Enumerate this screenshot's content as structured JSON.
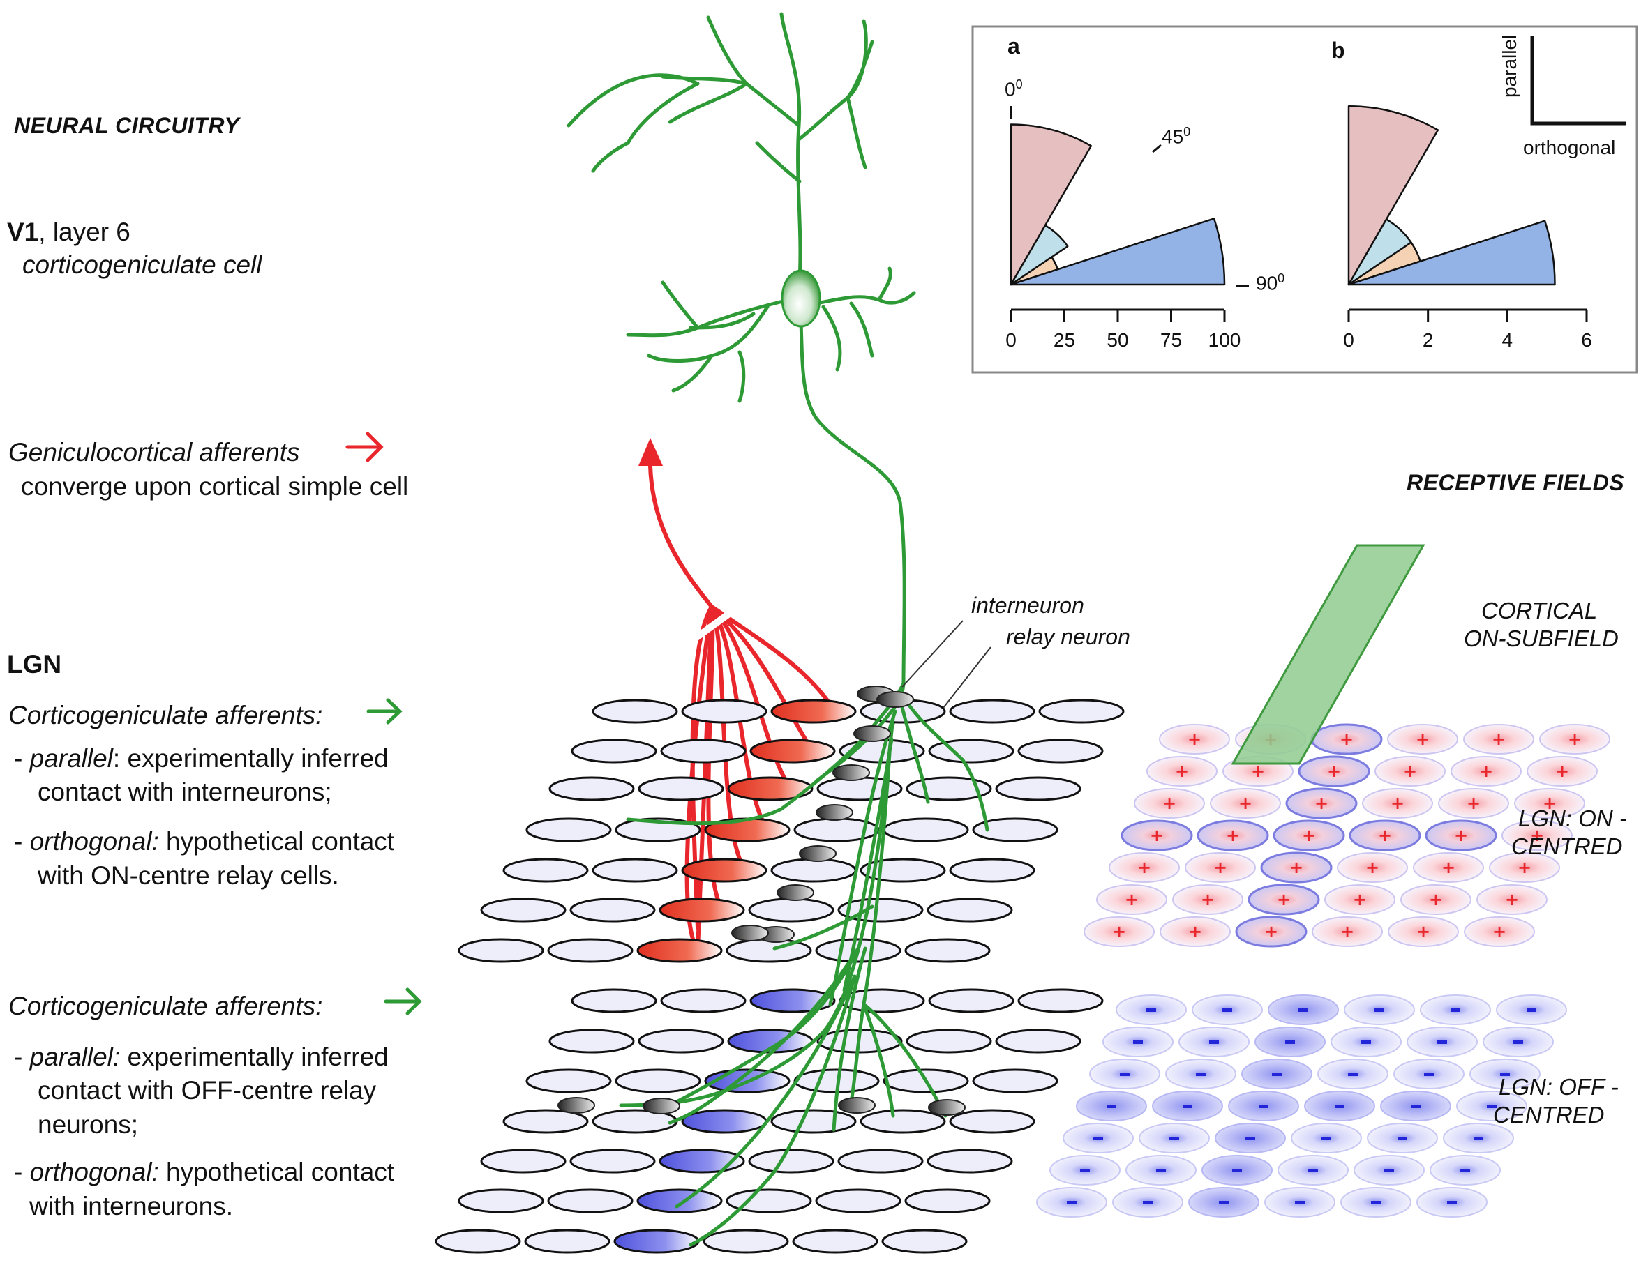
{
  "headings": {
    "neural_circuitry": "NEURAL CIRCUITRY",
    "receptive_fields": "RECEPTIVE FIELDS"
  },
  "v1": {
    "label_bold": "V1",
    "label_rest": ", layer 6",
    "cell_type": "corticogeniculate cell"
  },
  "geniculocortical": {
    "title": "Geniculocortical afferents",
    "detail": "converge upon cortical simple cell"
  },
  "lgn": {
    "label": "LGN",
    "block1": {
      "title": "Corticogeniculate afferents:",
      "item1_term": "parallel",
      "item1_text": ": experimentally inferred",
      "item1_line2": "contact with interneurons;",
      "item2_term": "orthogonal:",
      "item2_text": " hypothetical contact",
      "item2_line2": "with ON-centre relay cells."
    },
    "block2": {
      "title": "Corticogeniculate afferents:",
      "item1_term": "parallel:",
      "item1_text": " experimentally inferred",
      "item1_line2": "contact  with OFF-centre relay",
      "item1_line3": "neurons;",
      "item2_term": "orthogonal:",
      "item2_text": "  hypothetical contact",
      "item2_line2": "with interneurons."
    }
  },
  "callouts": {
    "interneuron": "interneuron",
    "relay_neuron": "relay neuron"
  },
  "rf_labels": {
    "cortical_line1": "CORTICAL",
    "cortical_line2": "ON-SUBFIELD",
    "on_line1": "LGN:  ON -",
    "on_line2": "CENTRED",
    "off_line1": "LGN:  OFF -",
    "off_line2": "CENTRED"
  },
  "inset": {
    "panel_a_label": "a",
    "panel_b_label": "b",
    "angle_0": "0",
    "angle_45": "45",
    "angle_90": "90",
    "degree_mark": "0",
    "axis_a_ticks": [
      "0",
      "25",
      "50",
      "75",
      "100"
    ],
    "axis_b_ticks": [
      "0",
      "2",
      "4",
      "6"
    ],
    "legend_parallel": "parallel",
    "legend_orthogonal": "orthogonal"
  },
  "polar_data": {
    "panel_a": {
      "scale_max": 100,
      "sectors": [
        {
          "from_deg": 0,
          "to_deg": 30,
          "radius": 75,
          "color": "#e6bfc0"
        },
        {
          "from_deg": 30,
          "to_deg": 56,
          "radius": 32,
          "color": "#bfe0ea"
        },
        {
          "from_deg": 56,
          "to_deg": 72,
          "radius": 23,
          "color": "#f5d2b3"
        },
        {
          "from_deg": 72,
          "to_deg": 90,
          "radius": 100,
          "color": "#93b3e6"
        }
      ]
    },
    "panel_b": {
      "scale_max": 6,
      "sectors": [
        {
          "from_deg": 0,
          "to_deg": 30,
          "radius": 4.5,
          "color": "#e6bfc0"
        },
        {
          "from_deg": 30,
          "to_deg": 56,
          "radius": 1.9,
          "color": "#bfe0ea"
        },
        {
          "from_deg": 56,
          "to_deg": 72,
          "radius": 1.9,
          "color": "#f5d2b3"
        },
        {
          "from_deg": 72,
          "to_deg": 90,
          "radius": 5.2,
          "color": "#93b3e6"
        }
      ]
    }
  },
  "colors": {
    "dendrite_green": "#2e9a36",
    "geniculocortical_red": "#e8262c",
    "on_relay_red": "#e03020",
    "off_relay_blue": "#5a5ce0",
    "cell_fill": "#eeeefb",
    "on_rf_pink": "#f8c9cd",
    "off_rf_blue": "#9a9ef0",
    "subfield_green": "#8fcb8f"
  }
}
